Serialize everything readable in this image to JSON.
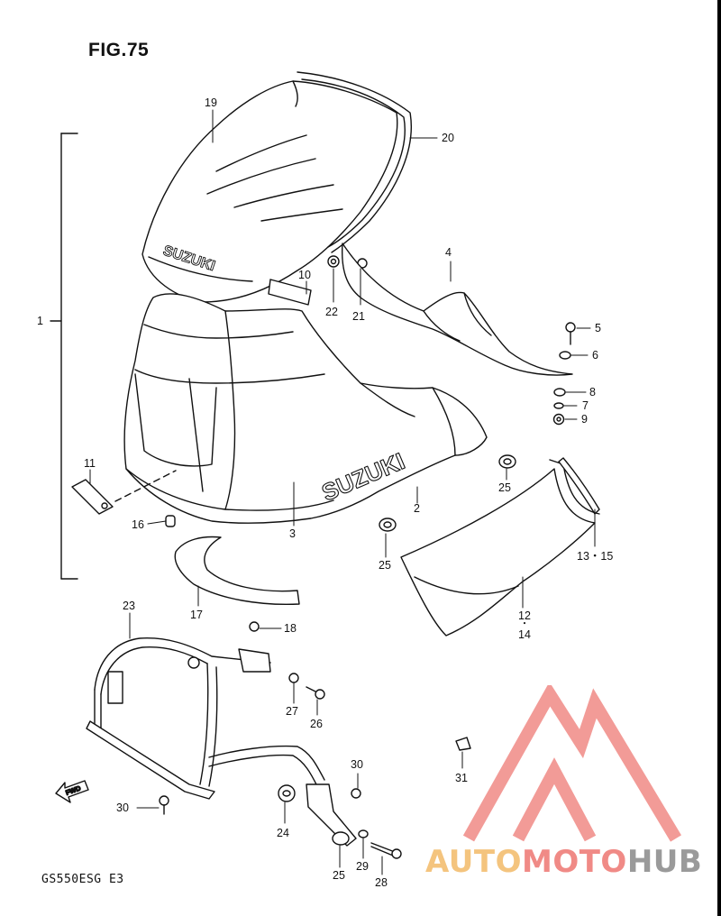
{
  "figure": {
    "title": "FIG.75",
    "model_code": "GS550ESG E3"
  },
  "callouts": [
    {
      "id": "19",
      "text": "19"
    },
    {
      "id": "20",
      "text": "20"
    },
    {
      "id": "1",
      "text": "1"
    },
    {
      "id": "4",
      "text": "4"
    },
    {
      "id": "10",
      "text": "10"
    },
    {
      "id": "22",
      "text": "22"
    },
    {
      "id": "21",
      "text": "21"
    },
    {
      "id": "5",
      "text": "5"
    },
    {
      "id": "6",
      "text": "6"
    },
    {
      "id": "8",
      "text": "8"
    },
    {
      "id": "7",
      "text": "7"
    },
    {
      "id": "9",
      "text": "9"
    },
    {
      "id": "11",
      "text": "11"
    },
    {
      "id": "25a",
      "text": "25"
    },
    {
      "id": "2",
      "text": "2"
    },
    {
      "id": "16",
      "text": "16"
    },
    {
      "id": "3",
      "text": "3"
    },
    {
      "id": "13-15",
      "text": "13・15"
    },
    {
      "id": "25b",
      "text": "25"
    },
    {
      "id": "17",
      "text": "17"
    },
    {
      "id": "12-14",
      "text": "12"
    },
    {
      "id": "14dot",
      "text": "・"
    },
    {
      "id": "14",
      "text": "14"
    },
    {
      "id": "23",
      "text": "23"
    },
    {
      "id": "18",
      "text": "18"
    },
    {
      "id": "27",
      "text": "27"
    },
    {
      "id": "26",
      "text": "26"
    },
    {
      "id": "31",
      "text": "31"
    },
    {
      "id": "30a",
      "text": "30"
    },
    {
      "id": "30b",
      "text": "30"
    },
    {
      "id": "24",
      "text": "24"
    },
    {
      "id": "25c",
      "text": "25"
    },
    {
      "id": "29",
      "text": "29"
    },
    {
      "id": "28",
      "text": "28"
    }
  ],
  "brand_marks": {
    "fairing_logo": "SUZUKI",
    "windscreen_logo": "SUZUKI",
    "fwd_arrow": "FWD"
  },
  "watermark": {
    "part1": "AUTO",
    "part2": "MOTO",
    "part3": "HUB"
  },
  "colors": {
    "line": "#111111",
    "watermark_red": "#f08a86",
    "watermark_orange": "#f4c47e",
    "watermark_gray": "#9a9a9a"
  }
}
